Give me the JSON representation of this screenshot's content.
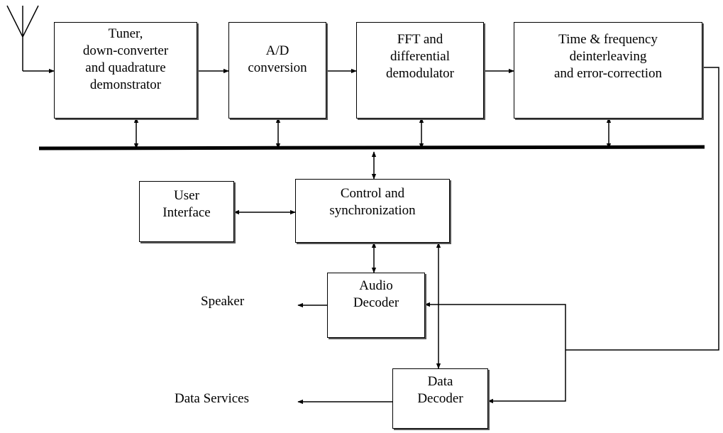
{
  "blocks": {
    "tuner": {
      "lines": [
        "Tuner,",
        "down-converter",
        "and quadrature",
        "demonstrator"
      ]
    },
    "ad": {
      "lines": [
        "A/D",
        "conversion"
      ]
    },
    "fft": {
      "lines": [
        "FFT and",
        "differential",
        "demodulator"
      ]
    },
    "deinterleave": {
      "lines": [
        "Time & frequency",
        "deinterleaving",
        "and error-correction"
      ]
    },
    "user_interface": {
      "lines": [
        "User",
        "Interface"
      ]
    },
    "control": {
      "lines": [
        "Control and",
        "synchronization"
      ]
    },
    "audio": {
      "lines": [
        "Audio",
        "Decoder"
      ]
    },
    "data": {
      "lines": [
        "Data",
        "Decoder"
      ]
    }
  },
  "outputs": {
    "speaker": "Speaker",
    "data_services": "Data Services"
  }
}
